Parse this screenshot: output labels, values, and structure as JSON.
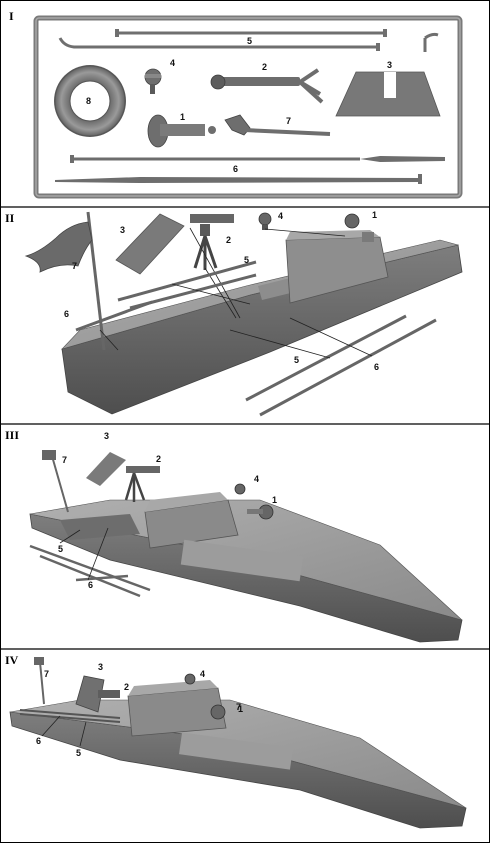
{
  "colors": {
    "frame": "#1a1a1a",
    "plastic": "#7b7b7b",
    "plastic_dark": "#5a5a5a",
    "plastic_light": "#a9a9a9",
    "background": "#ffffff"
  },
  "steps": [
    {
      "roman": "I",
      "labels": [
        "1",
        "2",
        "3",
        "4",
        "5",
        "6",
        "7",
        "8"
      ]
    },
    {
      "roman": "II",
      "labels": [
        "1",
        "2",
        "3",
        "4",
        "5",
        "5",
        "6",
        "6",
        "7"
      ]
    },
    {
      "roman": "III",
      "labels": [
        "1",
        "2",
        "3",
        "4",
        "5",
        "6",
        "7"
      ]
    },
    {
      "roman": "IV",
      "labels": [
        "1",
        "2",
        "3",
        "4",
        "5",
        "6",
        "7",
        "7"
      ]
    }
  ]
}
